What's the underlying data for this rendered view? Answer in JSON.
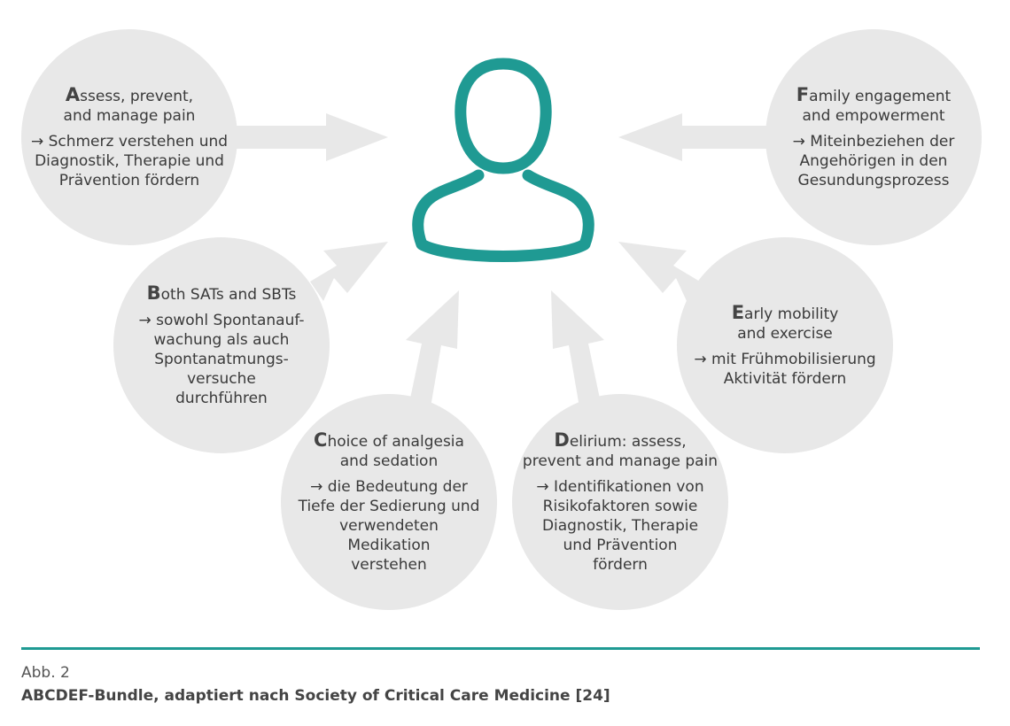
{
  "colors": {
    "accent": "#1f9a93",
    "bubble": "#e8e8e8",
    "arrow": "#e8e8e8"
  },
  "center_icon": "person-icon",
  "items": [
    {
      "letter": "A",
      "title_rest": [
        "ssess, prevent,",
        "and manage pain"
      ],
      "desc": [
        "→ Schmerz verstehen und",
        "Diagnostik, Therapie und",
        "Prävention fördern"
      ]
    },
    {
      "letter": "B",
      "title_rest": [
        "oth SATs and SBTs"
      ],
      "desc": [
        "→ sowohl Spontanauf-",
        "wachung als auch",
        "Spontanatmungs-",
        "versuche",
        "durchführen"
      ]
    },
    {
      "letter": "C",
      "title_rest": [
        "hoice of analgesia",
        "and sedation"
      ],
      "desc": [
        "→ die Bedeutung der",
        "Tiefe der Sedierung und",
        "verwendeten",
        "Medikation",
        "verstehen"
      ]
    },
    {
      "letter": "D",
      "title_rest": [
        "elirium: assess,",
        "prevent and manage pain"
      ],
      "desc": [
        "→ Identifikationen von",
        "Risikofaktoren sowie",
        "Diagnostik, Therapie",
        "und Prävention",
        "fördern"
      ]
    },
    {
      "letter": "E",
      "title_rest": [
        "arly mobility",
        "and exercise"
      ],
      "desc": [
        "→ mit Frühmobilisierung",
        "Aktivität fördern"
      ]
    },
    {
      "letter": "F",
      "title_rest": [
        "amily engagement",
        "and empowerment"
      ],
      "desc": [
        "→ Miteinbeziehen der",
        "Angehörigen in den",
        "Gesundungsprozess"
      ]
    }
  ],
  "figure": {
    "label": "Abb. 2",
    "caption": "ABCDEF-Bundle, adaptiert nach Society of Critical Care Medicine [24]"
  }
}
